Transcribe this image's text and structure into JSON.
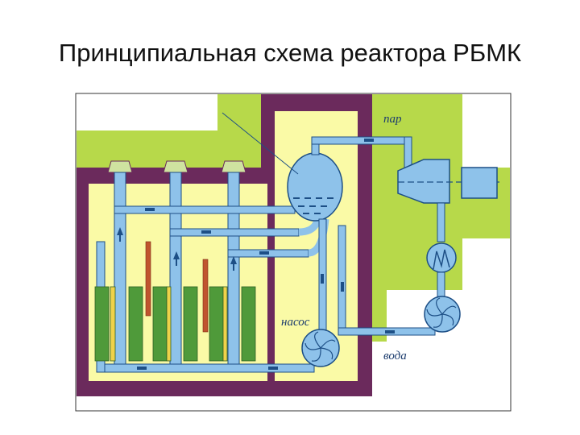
{
  "slide": {
    "title": "Принципиальная схема реактора РБМК"
  },
  "labels": {
    "steam": "пар",
    "pump": "насос",
    "water": "вода"
  },
  "colors": {
    "frame_purple": "#6b2a5c",
    "lime": "#b7d94a",
    "pale_yellow": "#fafaa6",
    "pipe_blue": "#8ec2ea",
    "pipe_outline": "#1d4f86",
    "fuel_green": "#4f9a3a",
    "channel_yellow": "#efd24a",
    "rod_red": "#c0542e"
  }
}
